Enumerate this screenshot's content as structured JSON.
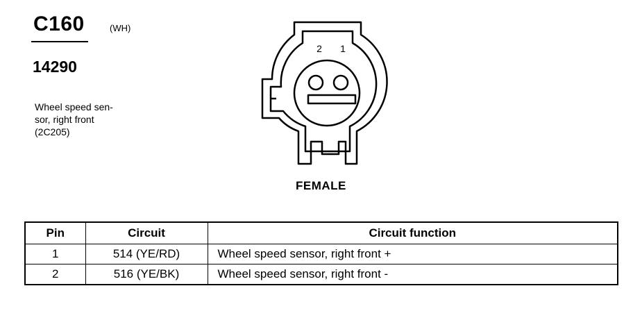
{
  "connector": {
    "id": "C160",
    "color_code": "(WH)",
    "part_number": "14290",
    "description_lines": [
      "Wheel speed sen-",
      "sor, right front",
      "(2C205)"
    ],
    "gender": "FEMALE",
    "pin_labels": [
      "2",
      "1"
    ]
  },
  "table": {
    "headers": [
      "Pin",
      "Circuit",
      "Circuit function"
    ],
    "rows": [
      {
        "pin": "1",
        "circuit": "514 (YE/RD)",
        "function": "Wheel speed sensor, right front  +"
      },
      {
        "pin": "2",
        "circuit": "516 (YE/BK)",
        "function": "Wheel speed sensor, right front  -"
      }
    ]
  }
}
